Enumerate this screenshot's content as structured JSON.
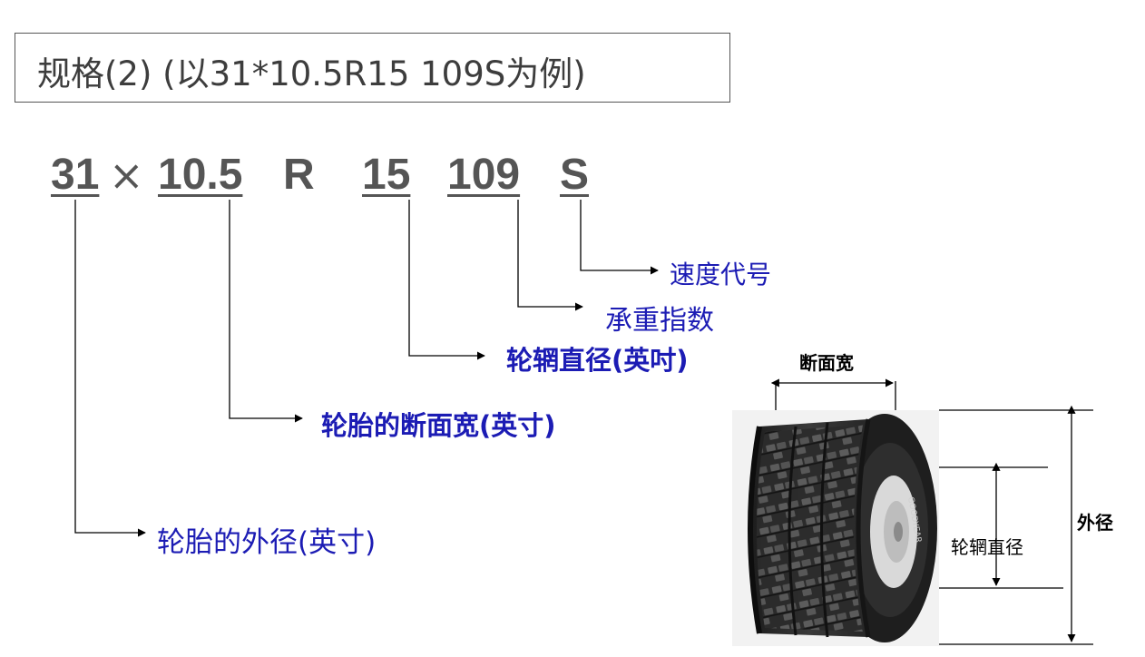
{
  "title": {
    "text": "规格(2)  (以31*10.5R15 109S为例)"
  },
  "code": {
    "outer_diameter": "31",
    "times_sign": "×",
    "section_width": "10.5",
    "radial": "R",
    "rim_diameter": "15",
    "load_index": "109",
    "speed_symbol": "S"
  },
  "labels": {
    "speed_code": "速度代号",
    "load_index": "承重指数",
    "rim_diameter": "轮辋直径(英吋)",
    "section_width": "轮胎的断面宽(英寸)",
    "outer_diameter": "轮胎的外径(英寸)"
  },
  "tire_diagram": {
    "section_width_label": "断面宽",
    "outer_diameter_label": "外径",
    "rim_diameter_label": "轮辋直径",
    "sidewall_text": "GOODYEAR"
  },
  "colors": {
    "label_blue": "#1c1cb4",
    "code_gray": "#555555",
    "title_gray": "#3d3d3d"
  }
}
